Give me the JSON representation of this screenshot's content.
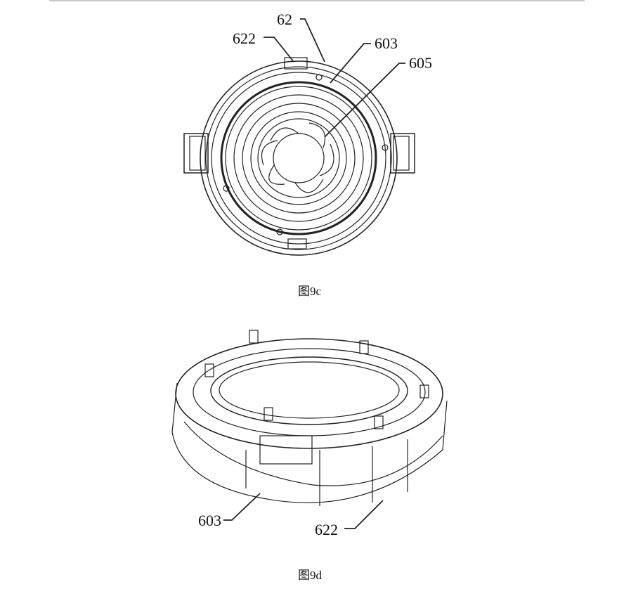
{
  "figures": [
    {
      "caption": "图9c",
      "labels": [
        "622",
        "62",
        "603",
        "605"
      ]
    },
    {
      "caption": "图9d",
      "labels": [
        "603",
        "622"
      ]
    }
  ]
}
